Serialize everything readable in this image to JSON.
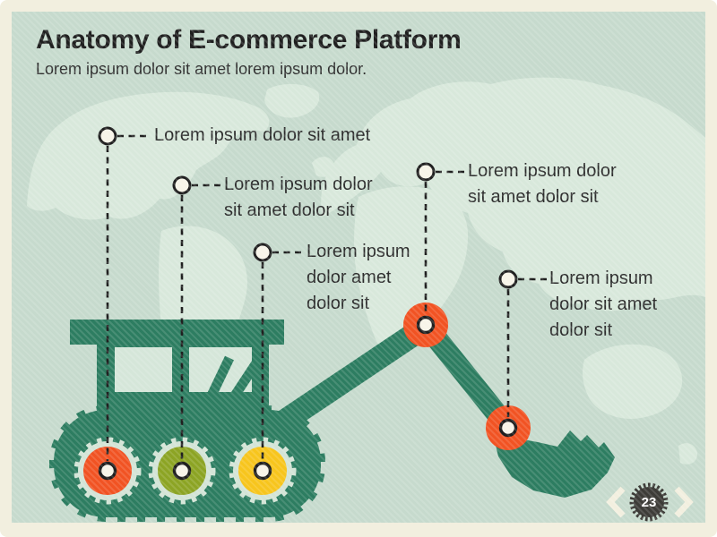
{
  "slide": {
    "title": "Anatomy of E-commerce Platform",
    "subtitle": "Lorem ipsum dolor sit amet lorem ipsum dolor.",
    "page_number": "23"
  },
  "callouts": [
    {
      "lines": [
        "Lorem ipsum dolor sit amet"
      ]
    },
    {
      "lines": [
        "Lorem ipsum dolor",
        "sit amet dolor sit"
      ]
    },
    {
      "lines": [
        "Lorem ipsum",
        "dolor amet",
        "dolor sit"
      ]
    },
    {
      "lines": [
        "Lorem ipsum dolor",
        "sit amet dolor sit"
      ]
    },
    {
      "lines": [
        "Lorem ipsum",
        "dolor sit amet",
        "dolor sit"
      ]
    }
  ],
  "icons": {
    "prev": "chevron-left",
    "next": "chevron-right",
    "badge": "starburst-seal"
  },
  "colors": {
    "frame": "#f2efdf",
    "slide_bg": "#c6dacd",
    "map": "#d8e8db",
    "machine_green": "#2d7d61",
    "gear_light": "#d3e4d6",
    "window_light": "#d5e6d9",
    "wheel_orange": "#f15323",
    "wheel_olive": "#8ca424",
    "wheel_yellow": "#f7c51d",
    "joint_orange": "#f15323",
    "marker_fill": "#f7f4e8",
    "line_dark": "#1f1f1f",
    "badge_bg": "#3d3c38",
    "badge_text": "#ffffff",
    "nav_cream": "#f2efdf",
    "title_text": "#1f1f1f",
    "body_text": "#2c2c2c"
  }
}
